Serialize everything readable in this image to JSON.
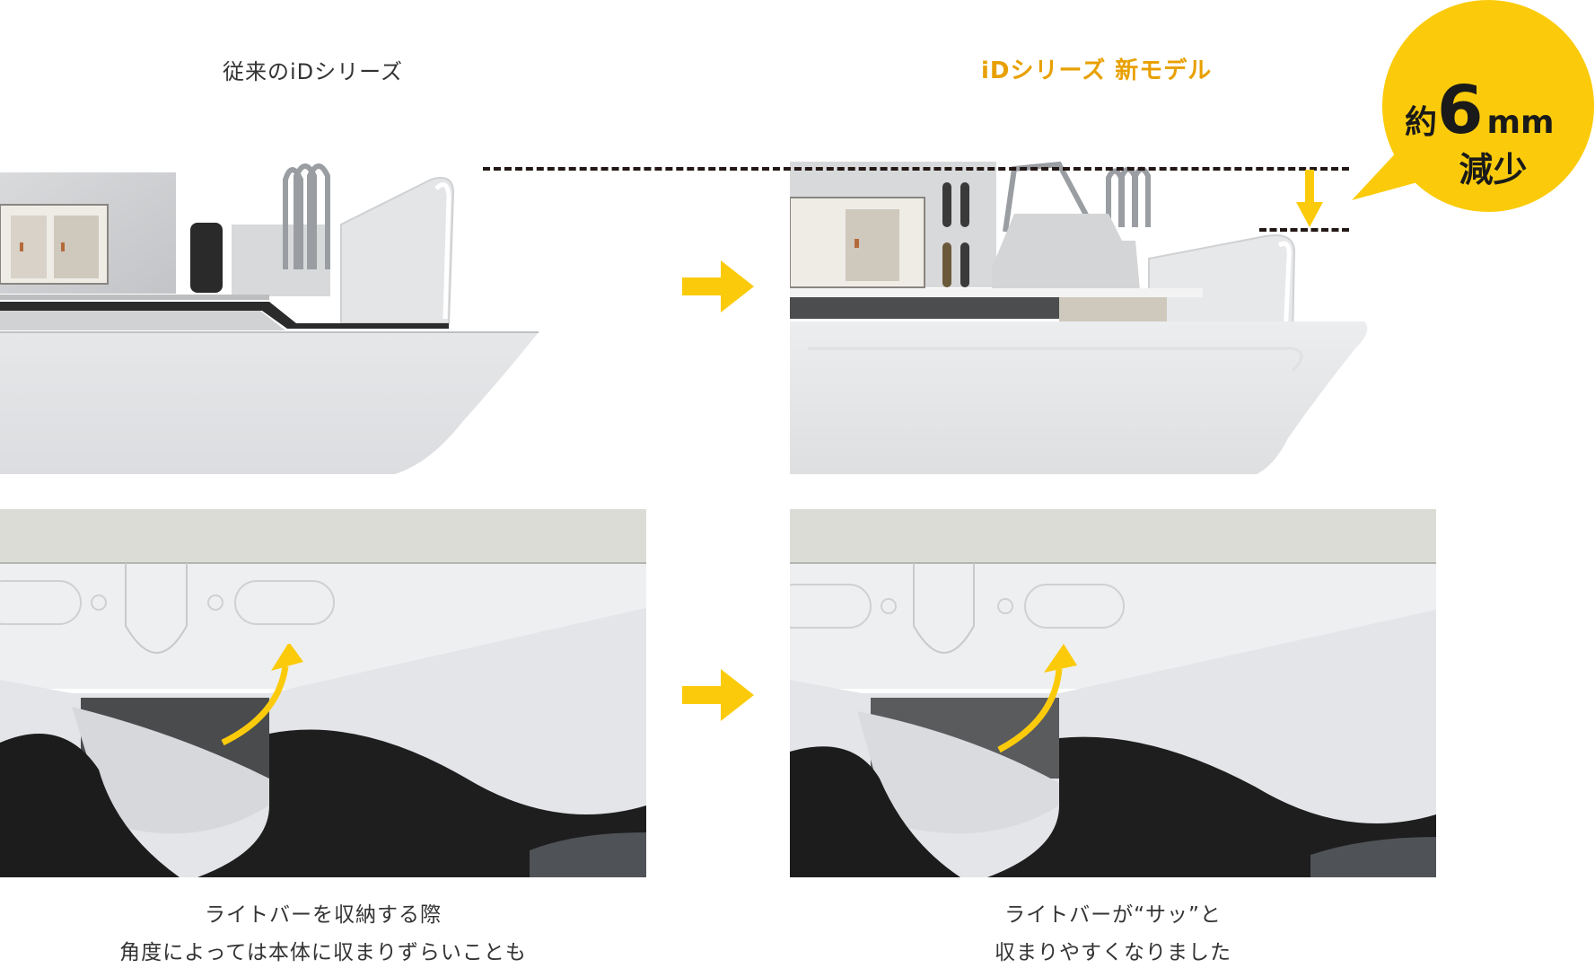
{
  "headings": {
    "old_model": "従来のiDシリーズ",
    "new_model": "iDシリーズ 新モデル"
  },
  "badge": {
    "prefix": "約",
    "number": "6",
    "unit": "mm",
    "suffix": "減少"
  },
  "captions": {
    "old_line1": "ライトバーを収納する際",
    "old_line2": "角度によっては本体に収まりずらいことも",
    "new_line1": "ライトバーが“サッ”と",
    "new_line2": "収まりやすくなりました"
  },
  "colors": {
    "accent_yellow": "#fbcb0b",
    "new_model_heading": "#e8a000",
    "text": "#333333",
    "dashed_line": "#231815"
  },
  "icons": {
    "arrow_top": "right-arrow-icon",
    "arrow_bottom": "right-arrow-icon",
    "height_reduction": "down-arrow-icon",
    "insert_motion": "curved-arrow-icon"
  }
}
